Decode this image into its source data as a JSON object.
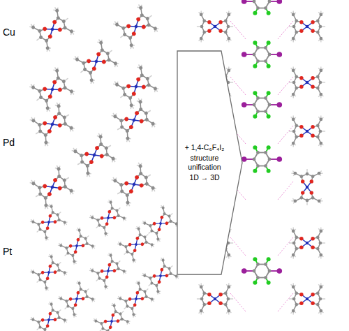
{
  "diagram": {
    "nodes": [
      {
        "text": [
          "+ 1,4-C₆F₄I₂",
          "structure unification",
          "1D → 3D"
        ]
      }
    ],
    "labels": [
      "Cu",
      "Pd",
      "Pt"
    ]
  }
}
